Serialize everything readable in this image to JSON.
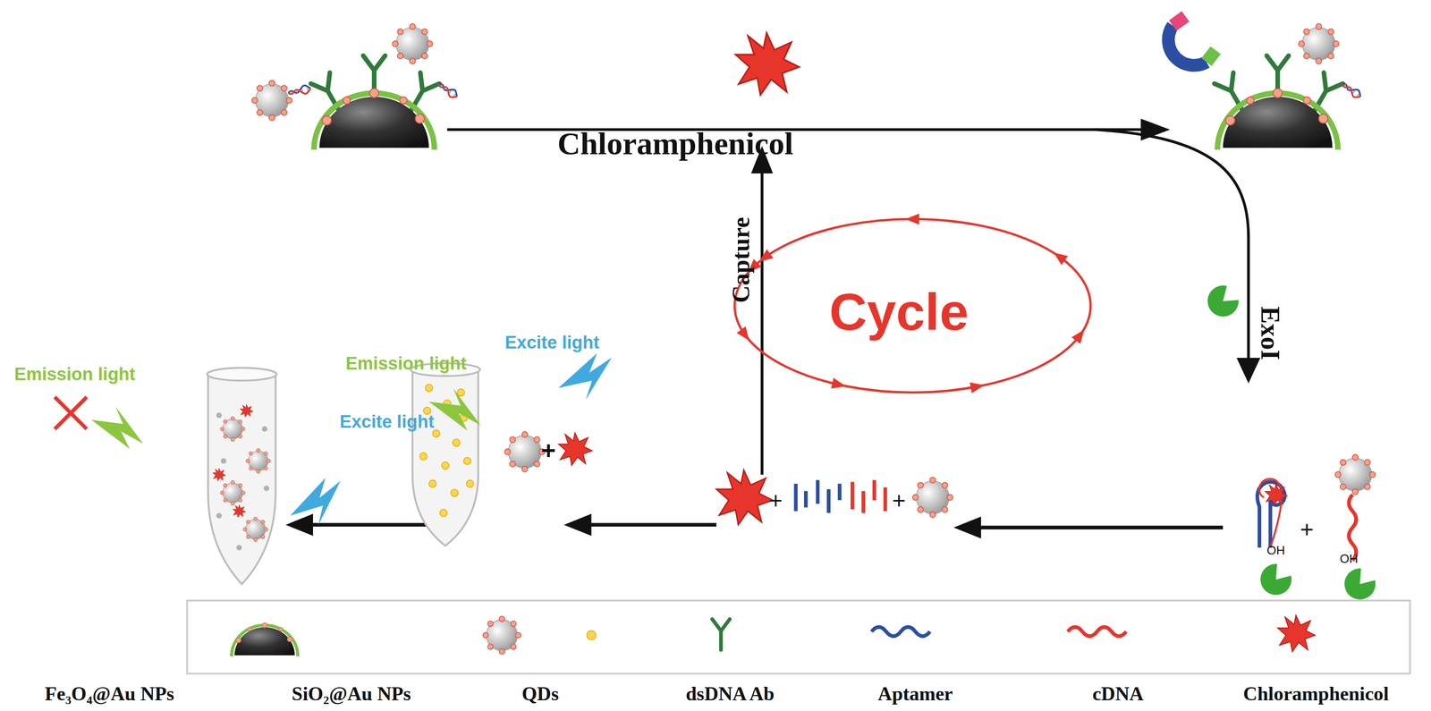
{
  "diagram": {
    "labels": [
      "Chloramphenicol",
      "Capture",
      "Cycle",
      "ExoI",
      "Excite light",
      "Emission light",
      "Emission light",
      "Excite light",
      "+",
      "+",
      "+",
      "+",
      "OH",
      "OH"
    ],
    "legend": [
      {
        "text": "Fe₃O₄@Au NPs"
      },
      {
        "text": "SiO₂@Au NPs"
      },
      {
        "text": "QDs"
      },
      {
        "text": "dsDNA Ab"
      },
      {
        "text": "Aptamer"
      },
      {
        "text": "cDNA"
      },
      {
        "text": "Chloramphenicol"
      }
    ]
  }
}
